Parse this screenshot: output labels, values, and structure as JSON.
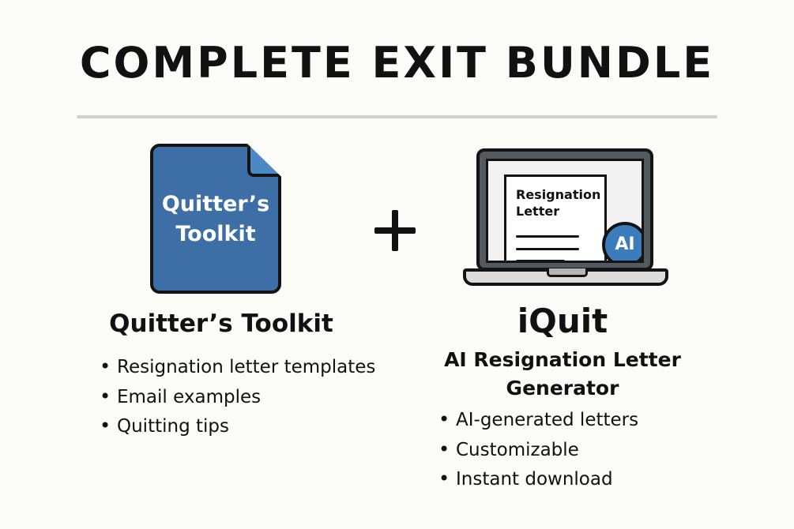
{
  "title": "COMPLETE EXIT BUNDLE",
  "toolkit": {
    "icon_label_line1": "Quitter’s",
    "icon_label_line2": "Toolkit",
    "heading": "Quitter’s Toolkit",
    "bullets": [
      "Resignation letter templates",
      "Email examples",
      "Quitting tips"
    ]
  },
  "plus_symbol": "+",
  "iquit": {
    "letter_line1": "Resignation",
    "letter_line2": "Letter",
    "badge": "AI",
    "title": "iQuit",
    "subtitle_line1": "AI Resignation Letter",
    "subtitle_line2": "Generator",
    "bullets": [
      "AI-generated letters",
      "Customizable",
      "Instant download"
    ]
  },
  "colors": {
    "doc_blue": "#3d6fa6",
    "ai_blue": "#3d7cba",
    "background": "#fbfbf8"
  }
}
